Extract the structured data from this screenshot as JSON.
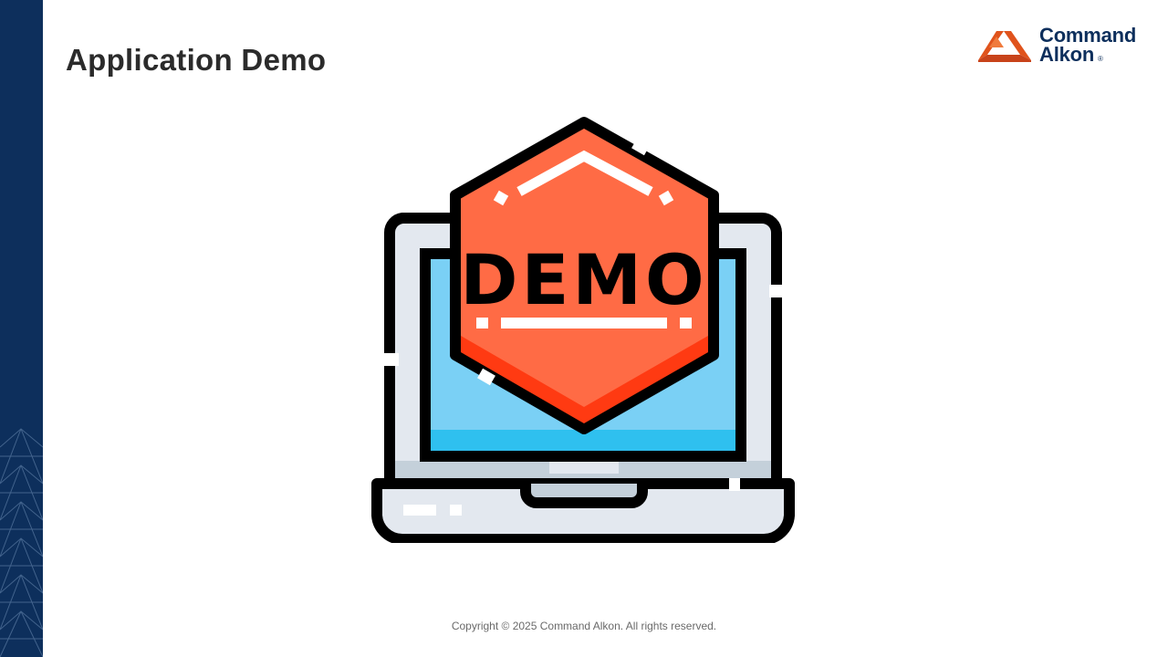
{
  "slide": {
    "title": "Application Demo",
    "footer": "Copyright © 2025 Command Alkon. All rights reserved."
  },
  "logo": {
    "line1": "Command",
    "line2": "Alkon",
    "reg": "®"
  },
  "illustration": {
    "badge_text": "DEMO",
    "icon": "laptop-demo-icon"
  },
  "colors": {
    "navy": "#0d2f5c",
    "brand_orange": "#e0531c",
    "badge_orange": "#ff6b45",
    "badge_dark": "#ff3a12",
    "screen_blue": "#7ad0f5",
    "screen_blue_dark": "#2fc0ef",
    "laptop_gray": "#e3e8ef",
    "laptop_shadow": "#c4d0da"
  }
}
